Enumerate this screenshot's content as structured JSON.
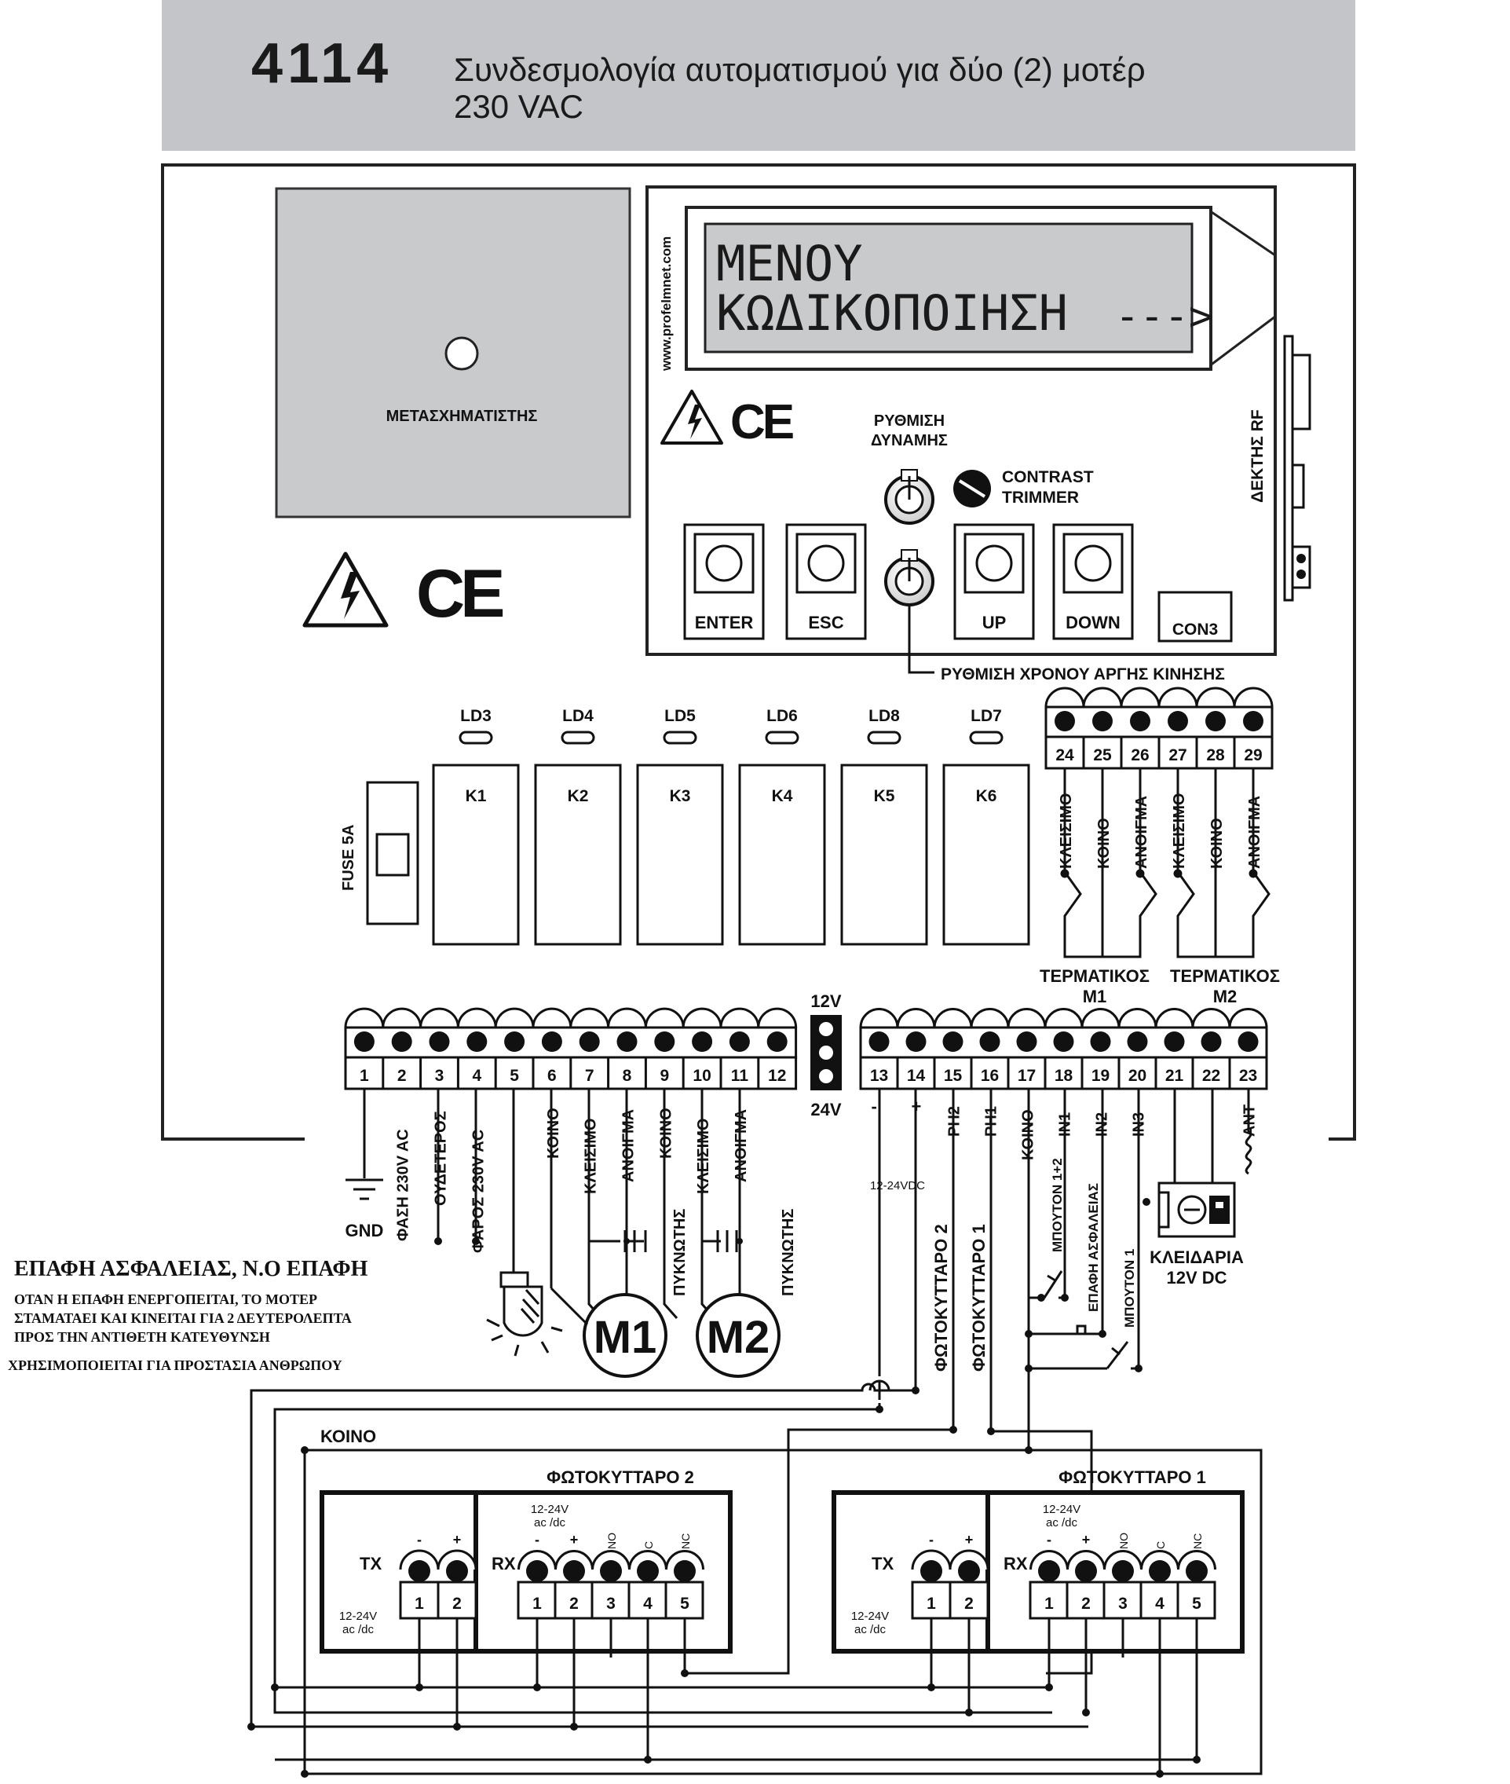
{
  "header": {
    "model": "4114",
    "title_line1": "Συνδεσμολογία αυτοματισμού για δύο (2) μοτέρ",
    "title_line2": "230 VAC"
  },
  "transformer": {
    "label": "ΜΕΤΑΣΧΗΜΑΤΙΣΤΗΣ"
  },
  "display": {
    "line1": "ΜΕΝΟΥ",
    "line2": "ΚΩΔΙΚΟΠΟΙΗΣΗ",
    "arrow": "--->",
    "website": "www.profelmnet.com"
  },
  "marks": {
    "ce": "CE"
  },
  "controls": {
    "power_adjust": "ΡΥΘΜΙΣΗ ΔΥΝΑΜΗΣ",
    "contrast": "CONTRAST TRIMMER",
    "slow_motion_time": "ΡΥΘΜΙΣΗ ΧΡΟΝΟΥ ΑΡΓΗΣ ΚΙΝΗΣΗΣ",
    "rf_receiver": "ΔΕΚΤΗΣ RF",
    "con3": "CON3",
    "buttons": [
      "ENTER",
      "ESC",
      "UP",
      "DOWN"
    ]
  },
  "leds": [
    "LD3",
    "LD4",
    "LD5",
    "LD6",
    "LD8",
    "LD7"
  ],
  "relays": [
    "K1",
    "K2",
    "K3",
    "K4",
    "K5",
    "K6"
  ],
  "fuse": "FUSE 5A",
  "terminals_top": {
    "numbers": [
      "24",
      "25",
      "26",
      "27",
      "28",
      "29"
    ],
    "labels": [
      "ΚΛΕΙΣΙΜΟ",
      "ΚΟΙΝΟ",
      "ΑΝΟΙΓΜΑ",
      "ΚΛΕΙΣΙΜΟ",
      "ΚΟΙΝΟ",
      "ΑΝΟΙΓΜΑ"
    ],
    "thermal_m1": [
      "ΤΕΡΜΑΤΙΚΟΣ",
      "Μ1"
    ],
    "thermal_m2": [
      "ΤΕΡΜΑΤΙΚΟΣ",
      "Μ2"
    ]
  },
  "terminals_left": {
    "numbers": [
      "1",
      "2",
      "3",
      "4",
      "5",
      "6",
      "7",
      "8",
      "9",
      "10",
      "11",
      "12"
    ],
    "labels": [
      "",
      "ΦΑΣΗ 230V AC",
      "ΟΥΔΕΤΕΡΟΣ",
      "ΦΑΡΟΣ 230V AC",
      "",
      "ΚΟΙΝΟ",
      "ΚΛΕΙΣΙΜΟ",
      "ΑΝΟΙΓΜΑ",
      "ΚΟΙΝΟ",
      "ΚΛΕΙΣΙΜΟ",
      "ΑΝΟΙΓΜΑ",
      ""
    ],
    "gnd": "GND",
    "capacitor": "ΠΥΚΝΩΤΗΣ",
    "motor1": "M1",
    "motor2": "M2"
  },
  "supply": {
    "v12": "12V",
    "v24": "24V"
  },
  "terminals_right": {
    "numbers": [
      "13",
      "14",
      "15",
      "16",
      "17",
      "18",
      "19",
      "20",
      "21",
      "22",
      "23"
    ],
    "labels": [
      "-",
      "+",
      "PH2",
      "PH1",
      "ΚΟΙΝΟ",
      "IN1",
      "IN2",
      "IN3",
      "",
      "",
      "ANT"
    ],
    "vdc": "12-24VDC",
    "photocell2_vert": "ΦΩΤΟΚΥΤΤΑΡΟ 2",
    "photocell1_vert": "ΦΩΤΟΚΥΤΤΑΡΟ 1",
    "button12": "ΜΠΟΥΤΟΝ 1+2",
    "safety_contact": "ΕΠΑΦΗ ΑΣΦΑΛΕΙΑΣ",
    "button1": "ΜΠΟΥΤΟΝ 1",
    "lock": [
      "ΚΛΕΙΔΑΡΙΑ",
      "12V DC"
    ]
  },
  "safety_note": {
    "title": "ΕΠΑΦΗ ΑΣΦΑΛΕΙΑΣ, Ν.Ο ΕΠΑΦΗ",
    "line1": "ΟΤΑΝ Η ΕΠΑΦΗ ΕΝΕΡΓΟΠΕΙΤΑΙ, ΤΟ ΜΟΤΕΡ",
    "line2": "ΣΤΑΜΑΤΑΕΙ ΚΑΙ ΚΙΝΕΙΤΑΙ ΓΙΑ 2 ΔΕΥΤΕΡΟΛΕΠΤΑ",
    "line3": "ΠΡΟΣ ΤΗΝ ΑΝΤΙΘΕΤΗ ΚΑΤΕΥΘΥΝΣΗ",
    "line4": "ΧΡΗΣΙΜΟΠΟΙΕΙΤΑΙ ΓΙΑ ΠΡΟΣΤΑΣΙΑ ΑΝΘΡΩΠΟΥ"
  },
  "common_label": "ΚΟΙΝΟ",
  "photocells": [
    {
      "title": "ΦΩΤΟΚΥΤΤΑΡΟ 2",
      "tx": "TX",
      "rx": "RX",
      "tx_supply": [
        "12-24V",
        "ac /dc"
      ],
      "rx_supply": [
        "12-24V",
        "ac /dc"
      ],
      "tx_pins": [
        "1",
        "2"
      ],
      "tx_signs": [
        "-",
        "+"
      ],
      "rx_pins": [
        "1",
        "2",
        "3",
        "4",
        "5"
      ],
      "rx_signs": [
        "-",
        "+",
        "NO",
        "C",
        "NC"
      ]
    },
    {
      "title": "ΦΩΤΟΚΥΤΤΑΡΟ 1",
      "tx": "TX",
      "rx": "RX",
      "tx_supply": [
        "12-24V",
        "ac /dc"
      ],
      "rx_supply": [
        "12-24V",
        "ac /dc"
      ],
      "tx_pins": [
        "1",
        "2"
      ],
      "tx_signs": [
        "-",
        "+"
      ],
      "rx_pins": [
        "1",
        "2",
        "3",
        "4",
        "5"
      ],
      "rx_signs": [
        "-",
        "+",
        "NO",
        "C",
        "NC"
      ]
    }
  ]
}
